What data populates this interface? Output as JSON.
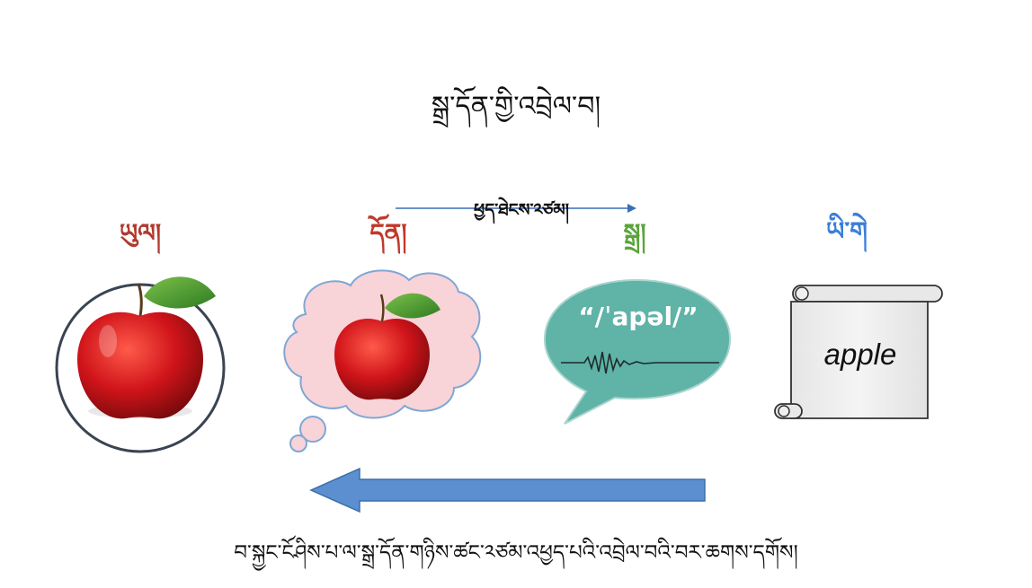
{
  "title": "སྒྲ་དོན་གྱི་འབྲེལ་བ།",
  "mid_caption": "ཕྱད་ཐེངས་༢ཙམ།",
  "labels": {
    "object": "ཡུལ།",
    "meaning": "དོན།",
    "sound": "སྒྲ།",
    "letter": "ཡི་གེ"
  },
  "colors": {
    "object": "#b03a2e",
    "meaning": "#c0392b",
    "sound": "#5aa43a",
    "letter": "#3b7fd6",
    "arrow": "#5b8fd0",
    "bubble": "#5fb3a7",
    "cloud": "#f8d3d8"
  },
  "pronunciation": "“/ˈapəl/”",
  "word": "apple",
  "bottom_caption": "བ་སྐྱང་ངོཤིས་པ་ལ་སྒྲ་དོན་གཉིས་ཚང་༢ཙམ་འཕྱད་པའི་འབྲེལ་བའི་བར་ཆགས་དགོས།"
}
